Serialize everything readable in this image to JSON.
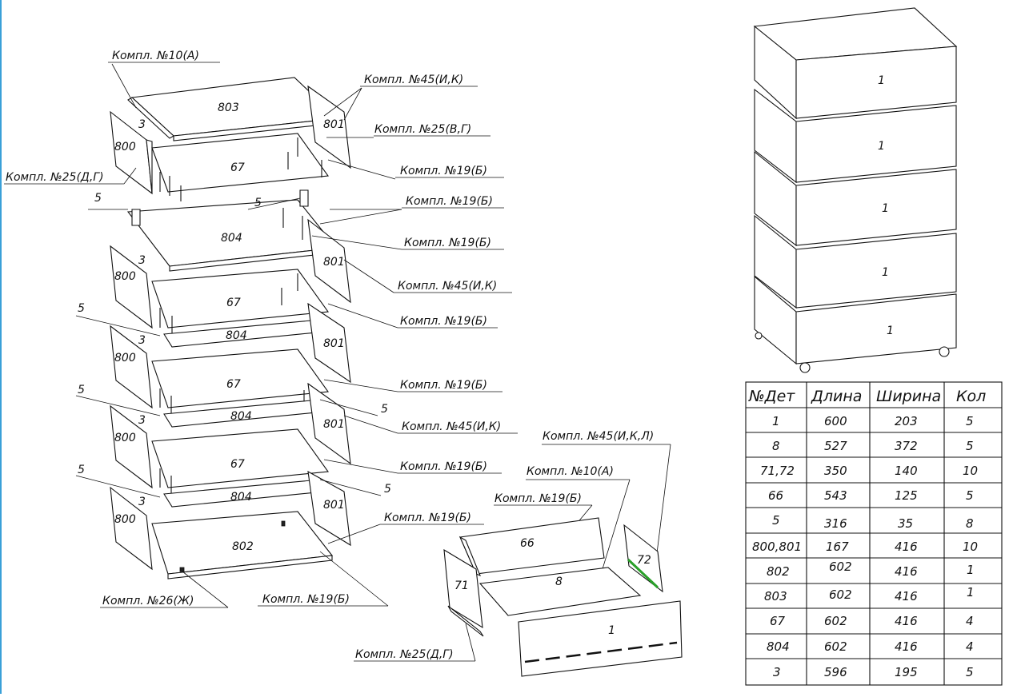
{
  "assembly_labels": [
    "Компл. №10(А)",
    "Компл. №45(И,К)",
    "Компл. №25(В,Г)",
    "Компл. №25(Д,Г)",
    "Компл. №19(Б)",
    "Компл. №19(Б)",
    "Компл. №19(Б)",
    "Компл. №45(И,К)",
    "Компл. №19(Б)",
    "Компл. №19(Б)",
    "Компл. №45(И,К)",
    "Компл. №19(Б)",
    "Компл. №19(Б)",
    "Компл. №26(Ж)",
    "Компл. №19(Б)",
    "Компл. №45(И,К,Л)",
    "Компл. №10(А)",
    "Компл. №19(Б)",
    "Компл. №25(Д,Г)"
  ],
  "part_numbers": {
    "top": "803",
    "shelf": "67",
    "mid": "804",
    "bottom": "802",
    "side_left": "800",
    "side_right": "801",
    "back": "3",
    "rail": "5",
    "drawer_back": "66",
    "drawer_bottom": "8",
    "drawer_side_left": "71",
    "drawer_side_right": "72",
    "drawer_front": "1"
  },
  "parts_table": {
    "headers": [
      "№Дет",
      "Длина",
      "Ширина",
      "Кол"
    ],
    "rows": [
      [
        "1",
        "600",
        "203",
        "5"
      ],
      [
        "8",
        "527",
        "372",
        "5"
      ],
      [
        "71,72",
        "350",
        "140",
        "10"
      ],
      [
        "66",
        "543",
        "125",
        "5"
      ],
      [
        "5",
        "316",
        "35",
        "8"
      ],
      [
        "800,801",
        "167",
        "416",
        "10"
      ],
      [
        "802",
        "602",
        "416",
        "1"
      ],
      [
        "803",
        "602",
        "416",
        "1"
      ],
      [
        "67",
        "602",
        "416",
        "4"
      ],
      [
        "804",
        "602",
        "416",
        "4"
      ],
      [
        "3",
        "596",
        "195",
        "5"
      ]
    ]
  }
}
